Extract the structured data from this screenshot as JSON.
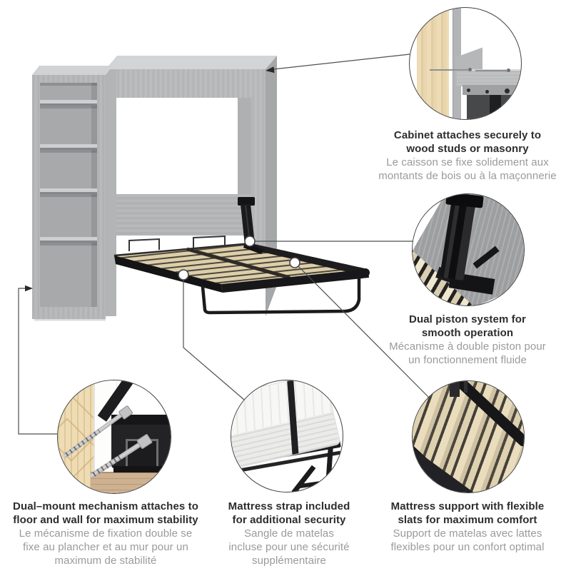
{
  "callouts": {
    "cabinet": {
      "en_lines": [
        "Cabinet attaches securely to",
        "wood studs or masonry"
      ],
      "fr_lines": [
        "Le caisson se fixe solidement aux",
        "montants de bois ou à la maçonnerie"
      ]
    },
    "piston": {
      "en_lines": [
        "Dual piston system for",
        "smooth operation"
      ],
      "fr_lines": [
        "Mécanisme à double piston pour",
        "un fonctionnement fluide"
      ]
    },
    "mount": {
      "en_lines": [
        "Dual–mount mechanism attaches to",
        "floor and wall for maximum stability"
      ],
      "fr_lines": [
        "Le mécanisme de fixation double se",
        "fixe au plancher et au mur pour un",
        "maximum de stabilité"
      ]
    },
    "strap": {
      "en_lines": [
        "Mattress strap included",
        "for additional security"
      ],
      "fr_lines": [
        "Sangle de matelas",
        "incluse pour une sécurité",
        "supplémentaire"
      ]
    },
    "slats": {
      "en_lines": [
        "Mattress support with flexible",
        "slats for maximum comfort"
      ],
      "fr_lines": [
        "Support de matelas avec lattes",
        "flexibles pour un confort optimal"
      ]
    }
  },
  "palette": {
    "cabinet_gray": "#b7b9bb",
    "cabinet_top": "#d3d5d7",
    "slat_tan": "#dccfa9",
    "metal_black": "#1b1b1d",
    "pine_stud": "#eedcb4",
    "floor_wood": "#cdb190",
    "leader_line": "#4f4f4f",
    "title_text": "#2d2d2d",
    "subtitle_text": "#9a9a9a"
  }
}
